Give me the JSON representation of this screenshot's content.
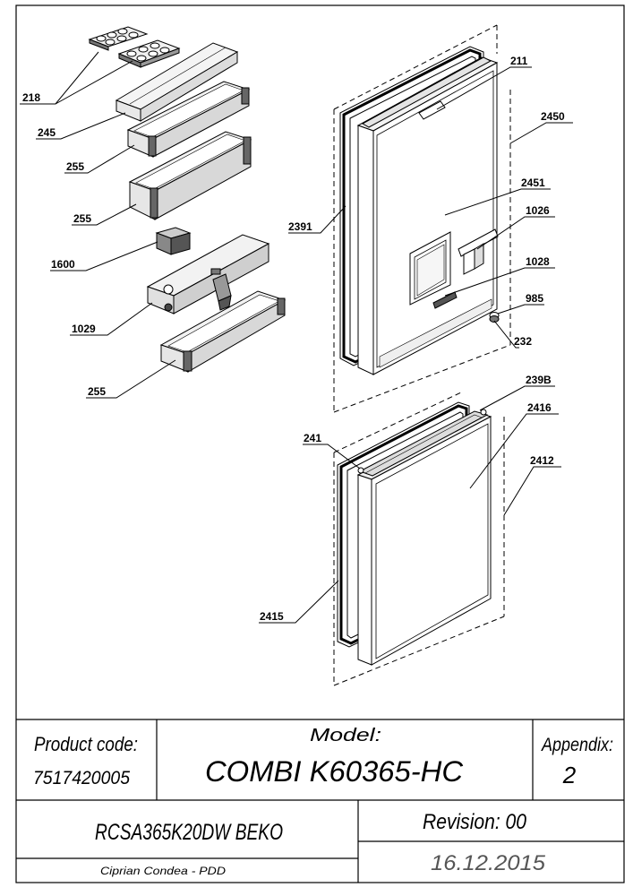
{
  "callouts": {
    "c218": "218",
    "c245": "245",
    "c255a": "255",
    "c255b": "255",
    "c1600": "1600",
    "c1029": "1029",
    "c255c": "255",
    "c211": "211",
    "c2450": "2450",
    "c2451": "2451",
    "c2391": "2391",
    "c1026": "1026",
    "c1028": "1028",
    "c985": "985",
    "c232": "232",
    "c239B": "239B",
    "c2416": "2416",
    "c241": "241",
    "c2412": "2412",
    "c2415": "2415"
  },
  "title_block": {
    "product_code_label": "Product code:",
    "product_code_value": "7517420005",
    "model_label": "Model:",
    "model_value": "COMBI K60365-HC",
    "appendix_label": "Appendix:",
    "appendix_value": "2",
    "product_name": "RCSA365K20DW BEKO",
    "revision": "Revision: 00",
    "author": "Ciprian Condea - PDD",
    "date": "16.12.2015"
  }
}
